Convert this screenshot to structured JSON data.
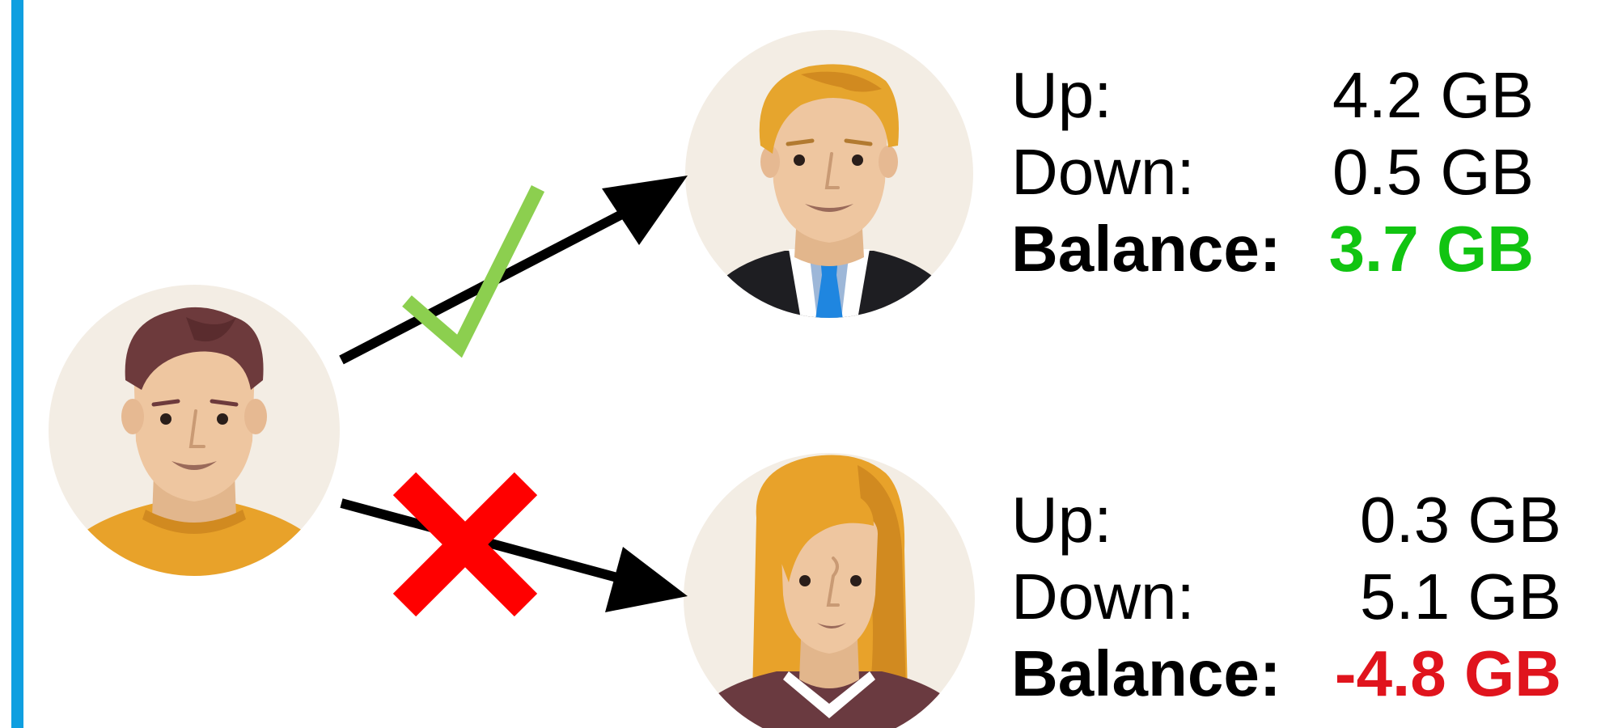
{
  "colors": {
    "side_bar": "#0f9fe0",
    "arrow": "#000000",
    "check_mark": "#8ccf4f",
    "cross_mark": "#ff0000",
    "positive_balance": "#11c411",
    "negative_balance": "#e0141d",
    "avatar_background": "#f3ede4"
  },
  "icons": {
    "sender": "man-casual-avatar-icon",
    "peer_top": "businessman-avatar-icon",
    "peer_bottom": "woman-avatar-icon",
    "allowed": "check-mark-icon",
    "denied": "cross-mark-icon"
  },
  "peer_top_stats": {
    "up_label": "Up:",
    "up_value": "4.2 GB",
    "down_label": "Down:",
    "down_value": "0.5 GB",
    "balance_label": "Balance:",
    "balance_value": "3.7 GB"
  },
  "peer_bottom_stats": {
    "up_label": "Up:",
    "up_value": "0.3 GB",
    "down_label": "Down:",
    "down_value": "5.1 GB",
    "balance_label": "Balance:",
    "balance_value": "-4.8 GB"
  }
}
